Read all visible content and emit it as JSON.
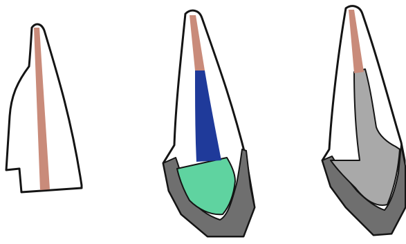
{
  "figure": {
    "panels": [
      {
        "id": "panel-1",
        "components": [
          "root-canal"
        ]
      },
      {
        "id": "panel-2",
        "components": [
          "root-canal",
          "canal-filling",
          "crown-restoration",
          "crown-shell"
        ]
      },
      {
        "id": "panel-3",
        "components": [
          "root-canal",
          "post-core-restoration",
          "crown-shell"
        ]
      }
    ]
  },
  "colors": {
    "background": "#ffffff",
    "outline": "#141414",
    "tooth_fill": "#ffffff",
    "root_canal": "#c98b7a",
    "canal_filling": "#1f3a9a",
    "crown_restoration": "#5fd3a0",
    "crown_shell": "#6f6f6f",
    "post_core": "#a9a9a9"
  }
}
